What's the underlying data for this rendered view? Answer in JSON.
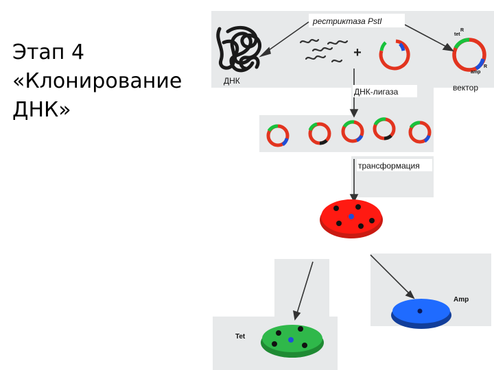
{
  "slide": {
    "title": "Этап 4\n«Клонирование\nДНК»"
  },
  "diagram": {
    "enzyme_label": "рестриктаза PstI",
    "dna_label": "ДНК",
    "plus_sign": "+",
    "ligase_label": "ДНК-лигаза",
    "vector_label": "вектор",
    "transformation_label": "трансформация",
    "vector_marker_tet": "tet",
    "vector_marker_amp": "amp",
    "vector_marker_r1": "R",
    "vector_marker_r2": "R",
    "plate_tet_label": "Tet",
    "plate_amp_label": "Amp"
  },
  "colors": {
    "panel_gray": "#e7e9ea",
    "ring_red": "#e2341f",
    "ring_green": "#18c23c",
    "ring_blue": "#1e4fd8",
    "plate_red": "#ff1a12",
    "plate_blue": "#1f6bff",
    "plate_green": "#2fb84a"
  }
}
